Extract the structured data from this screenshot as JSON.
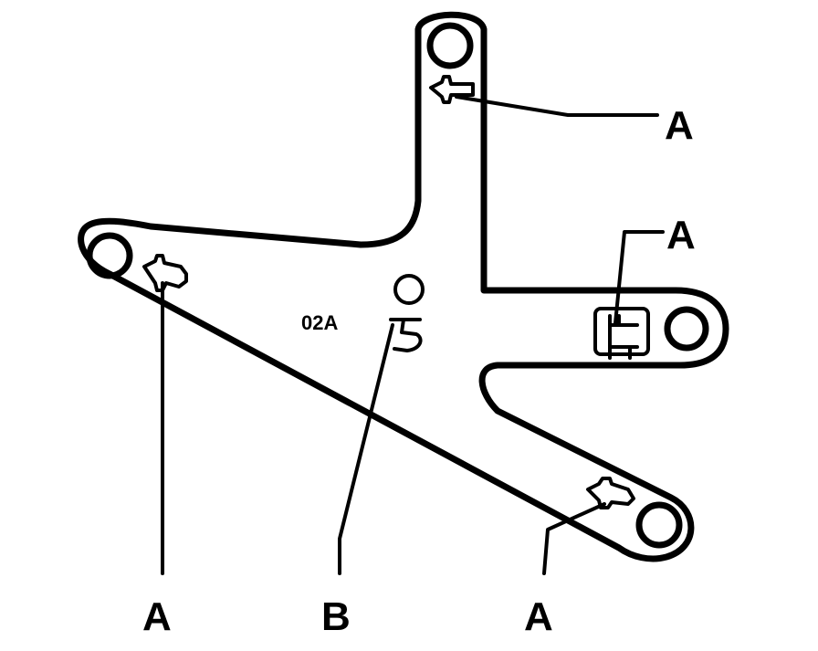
{
  "diagram": {
    "part_code": "02A",
    "callouts": [
      {
        "id": "top-right",
        "letter": "A"
      },
      {
        "id": "mid-right",
        "letter": "A"
      },
      {
        "id": "bottom-left",
        "letter": "A"
      },
      {
        "id": "bottom-center",
        "letter": "B"
      },
      {
        "id": "bottom-right",
        "letter": "A"
      }
    ]
  }
}
